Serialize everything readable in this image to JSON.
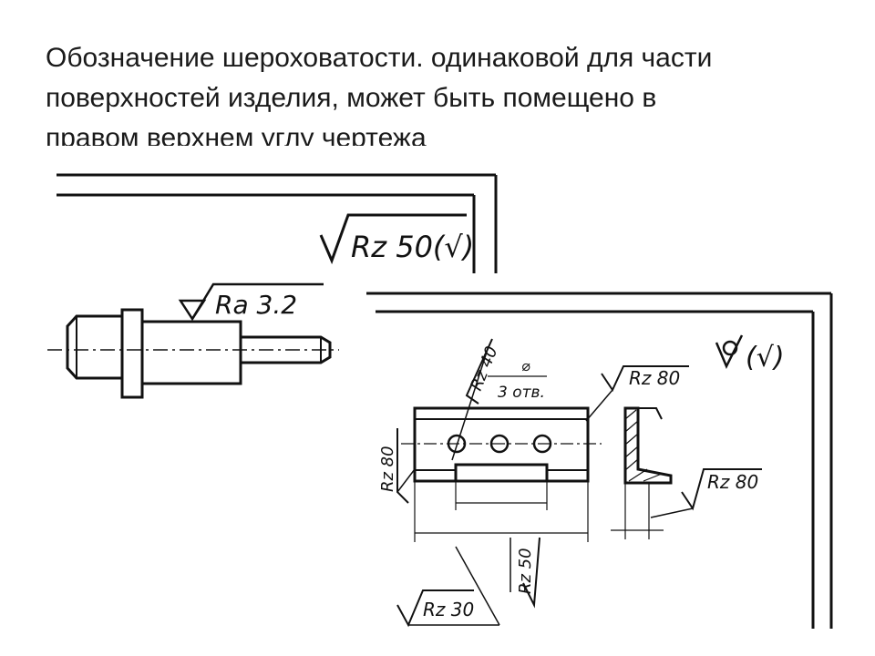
{
  "slide": {
    "heading_lines": [
      "Обозначение шероховатости. одинаковой для части",
      "поверхностей изделия, может быть помещено в",
      "правом верхнем углу чертежа"
    ]
  },
  "drawing_left": {
    "corner_mark": "Rz 50(√)",
    "surface_mark": "Ra 3.2"
  },
  "drawing_right": {
    "corner_mark": "(√)",
    "hole_label_top": "⌀",
    "hole_label_bottom": "3 отв.",
    "marks": [
      "Rz 40",
      "Rz 80",
      "Rz 80",
      "Rz 80",
      "Rz 30",
      "Rz 50"
    ]
  }
}
